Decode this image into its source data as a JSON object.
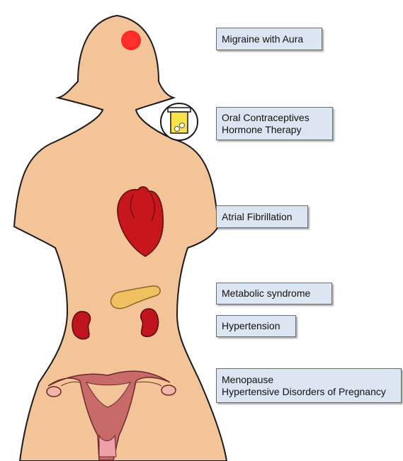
{
  "labels": {
    "migraine": "Migraine with Aura",
    "oral_contraceptives": "Oral Contraceptives",
    "hormone_therapy": "Hormone Therapy",
    "atrial_fibrillation": "Atrial Fibrillation",
    "metabolic_syndrome": "Metabolic syndrome",
    "hypertension": "Hypertension",
    "menopause": "Menopause",
    "hypertensive_pregnancy": "Hypertensive Disorders of Pregnancy"
  },
  "colors": {
    "skin": "#f3c497",
    "outline": "#1a1a1a",
    "migraine_spot": "#ff1a1a",
    "heart": "#c8161d",
    "pancreas": "#f0c060",
    "kidney": "#c0141e",
    "uterus": "#c86a6a",
    "ovary": "#f5b5a8",
    "label_bg": "#dce6f2"
  },
  "icons": [
    "pill-bottle-icon"
  ]
}
